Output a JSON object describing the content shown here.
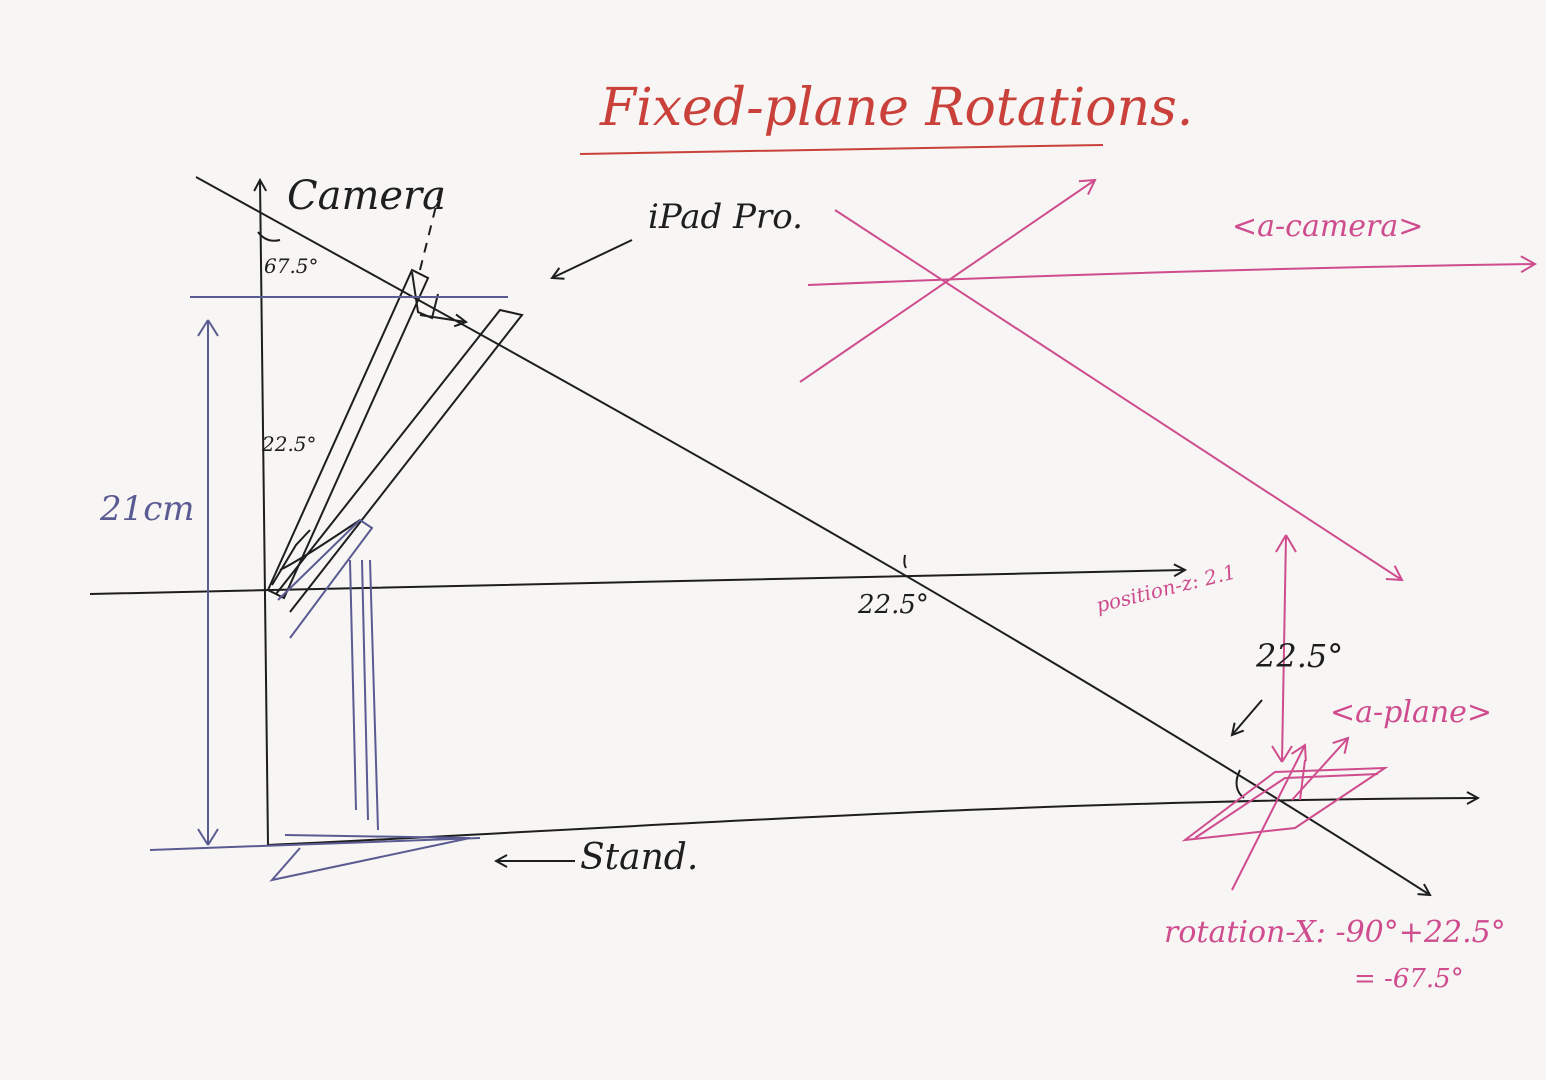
{
  "title": "Fixed-plane Rotations.",
  "labels": {
    "camera": "Camera",
    "ipad": "iPad Pro.",
    "stand": "Stand.",
    "height": "21cm",
    "angle_camera": "67.5°",
    "angle_tilt": "22.5°",
    "angle_horizon": "22.5°",
    "angle_plane": "22.5°",
    "a_camera": "<a-camera>",
    "a_plane": "<a-plane>",
    "position_z": "position-z: 2.1",
    "rotation_x": "rotation-X: -90°+22.5°",
    "rotation_result": "= -67.5°"
  },
  "colors": {
    "ink": "#1e1e1e",
    "title_red": "#c9413a",
    "guide_blue": "#5a5b92",
    "entity_pink": "#cf4c8e"
  }
}
